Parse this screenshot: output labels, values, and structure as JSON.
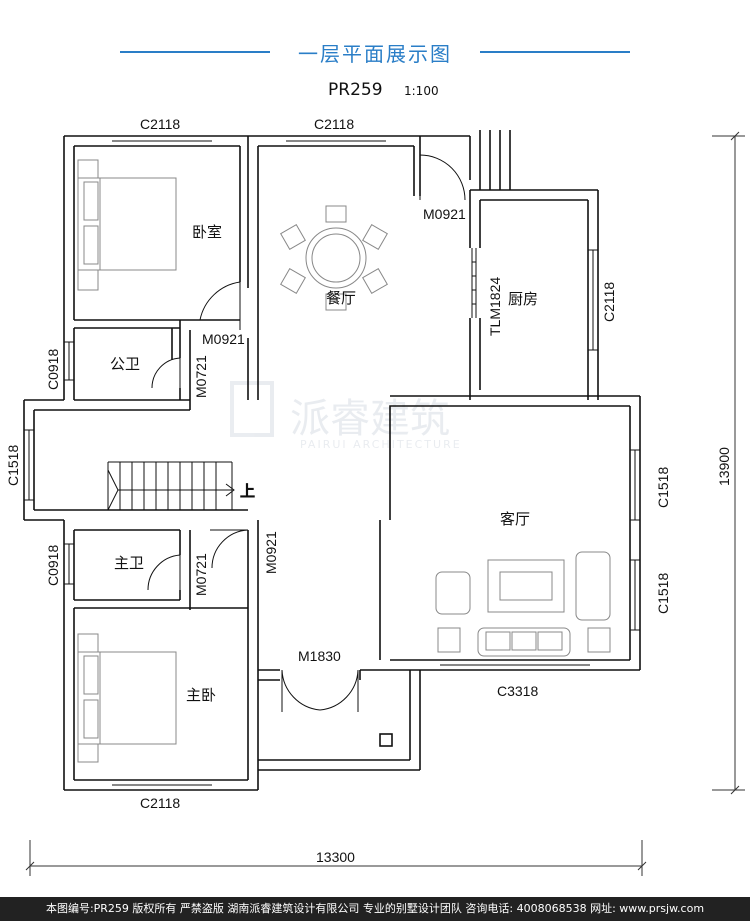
{
  "header": {
    "title": "一层平面展示图",
    "plan_code": "PR259",
    "scale": "1:100"
  },
  "rooms": {
    "bedroom": "卧室",
    "dining": "餐厅",
    "kitchen": "厨房",
    "public_bath": "公卫",
    "master_bath": "主卫",
    "living": "客厅",
    "master_bedroom": "主卧"
  },
  "stairs_label": "上",
  "openings": {
    "win_top_left": "C2118",
    "win_top_mid": "C2118",
    "win_bottom": "C2118",
    "win_kitchen": "C2118",
    "win_public_bath": "C0918",
    "win_master_bath": "C0918",
    "win_left_hall": "C1518",
    "win_living_1": "C1518",
    "win_living_2": "C1518",
    "win_living_bottom": "C3318",
    "door_dining": "M0921",
    "door_bedroom": "M0921",
    "door_public_bath": "M0721",
    "door_master_bath": "M0721",
    "door_master_bed": "M0921",
    "door_entrance": "M1830",
    "door_kitchen": "TLM1824"
  },
  "dimensions": {
    "width": "13300",
    "height": "13900"
  },
  "watermark": {
    "name": "派睿建筑",
    "en": "PAIRUI ARCHITECTURE"
  },
  "footer": "本图编号:PR259 版权所有 严禁盗版 湖南派睿建筑设计有限公司 专业的别墅设计团队 咨询电话: 4008068538 网址: www.prsjw.com"
}
